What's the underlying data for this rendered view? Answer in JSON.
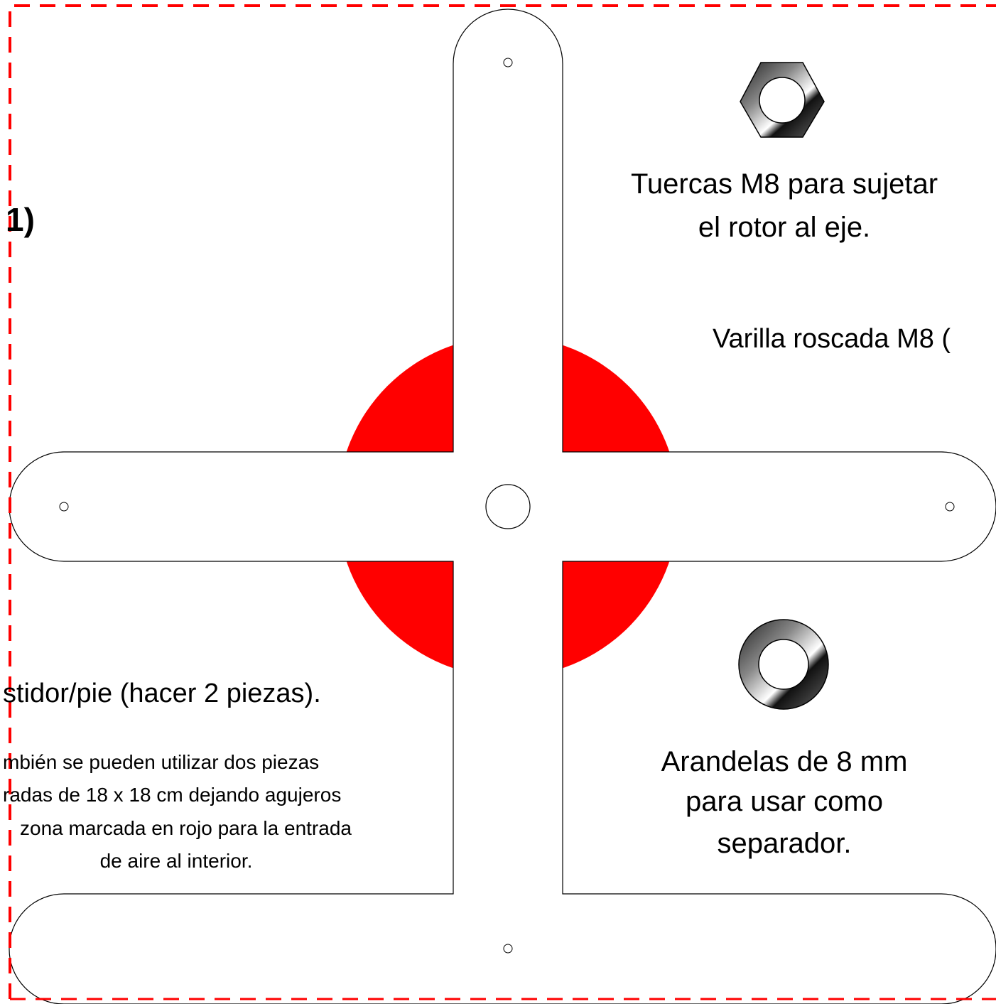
{
  "labels": {
    "section_number": "1)",
    "nuts_line1": "Tuercas M8 para sujetar",
    "nuts_line2": "el rotor al eje.",
    "rod": "Varilla roscada M8 (",
    "washers_line1": "Arandelas de 8 mm",
    "washers_line2": "para usar como",
    "washers_line3": "separador.",
    "frame_title": "stidor/pie (hacer 2 piezas).",
    "frame_note_line1": "mbién se pueden utilizar dos piezas",
    "frame_note_line2": "radas de 18 x 18 cm dejando agujeros",
    "frame_note_line3": "zona marcada en rojo para la entrada",
    "frame_note_line4": "de aire al interior."
  },
  "colors": {
    "cut_line": "#ff0000",
    "air_zone": "#ff0000",
    "outline": "#000000"
  },
  "icons": [
    "hex-nut-icon",
    "washer-icon"
  ]
}
